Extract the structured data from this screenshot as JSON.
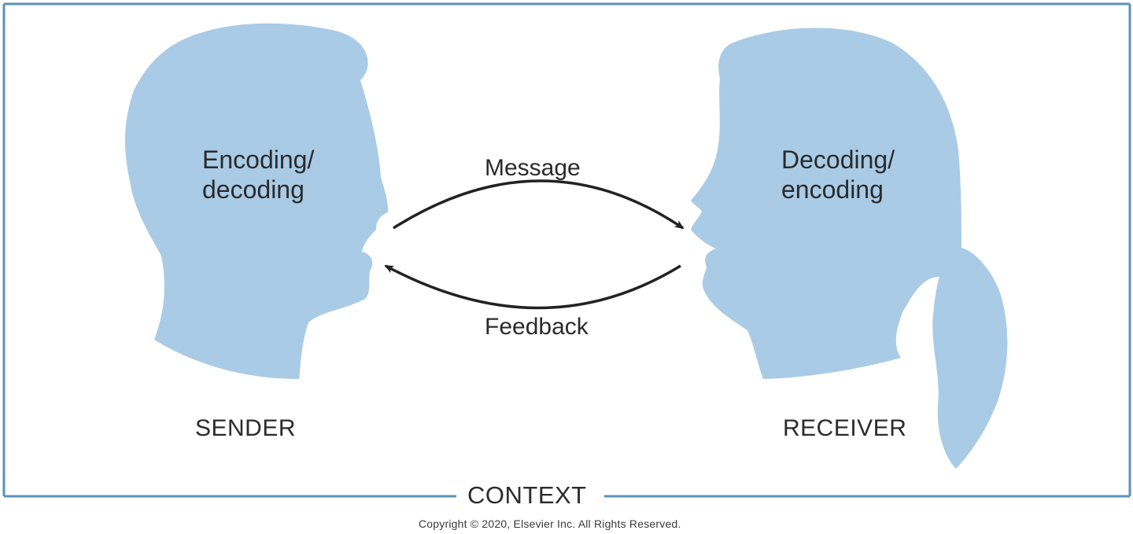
{
  "colors": {
    "frame": "#5a93b9",
    "silhouette": "#a9cbe6",
    "arrow": "#222222",
    "text": "#2b2b2b"
  },
  "sender": {
    "head_label_line1": "Encoding/",
    "head_label_line2": "decoding",
    "role": "SENDER"
  },
  "receiver": {
    "head_label_line1": "Decoding/",
    "head_label_line2": "encoding",
    "role": "RECEIVER"
  },
  "arrows": {
    "message": "Message",
    "feedback": "Feedback"
  },
  "context_label": "CONTEXT",
  "copyright": "Copyright © 2020, Elsevier Inc. All Rights Reserved."
}
